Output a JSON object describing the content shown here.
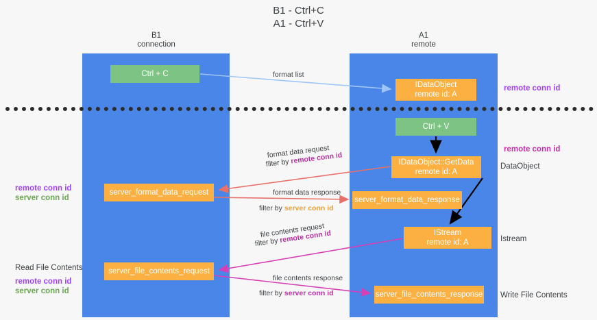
{
  "title": {
    "line1": "B1 - Ctrl+C",
    "line2": "A1 - Ctrl+V"
  },
  "columns": {
    "left": {
      "name": "B1",
      "role": "connection"
    },
    "right": {
      "name": "A1",
      "role": "remote"
    }
  },
  "nodes": {
    "ctrl_c": "Ctrl + C",
    "idataobject": {
      "line1": "IDataObject",
      "line2": "remote id: A"
    },
    "ctrl_v": "Ctrl + V",
    "getdata": {
      "line1": "IDataObject::GetData",
      "line2": "remote id: A"
    },
    "server_format_data_request": "server_format_data_request",
    "server_format_data_response": "server_format_data_response",
    "istream": {
      "line1": "IStream",
      "line2": "remote id: A"
    },
    "server_file_contents_request": "server_file_contents_request",
    "server_file_contents_response": "server_file_contents_response"
  },
  "side_labels": {
    "remote_conn_id_top": "remote conn id",
    "remote_conn_id_mid": "remote conn id",
    "dataobject": "DataObject",
    "istream": "Istream",
    "write_file_contents": "Write File Contents",
    "read_file_contents": "Read File Contents",
    "left_remote_conn_id_mid": "remote conn id",
    "left_server_conn_id_mid": "server conn id",
    "left_remote_conn_id_bot": "remote conn id",
    "left_server_conn_id_bot": "server conn id"
  },
  "edge_labels": {
    "format_list": "format list",
    "format_data_request": "format data request",
    "filter_by": "filter by",
    "filter_remote_conn_id_a": "remote conn id",
    "format_data_response": "format data response",
    "filter_server_conn_id_a": "server conn id",
    "file_contents_request": "file contents request",
    "filter_remote_conn_id_b": "remote conn id",
    "file_contents_response": "file contents response",
    "filter_server_conn_id_b": "server conn id"
  },
  "colors": {
    "lane": "#4a86e8",
    "green_node": "#7dc383",
    "orange_node": "#fbb041",
    "purple": "#a142f4",
    "pink": "#c230a8",
    "green_text": "#6aa84f",
    "amber_text": "#e8a33d",
    "arrow_blue": "#9fc5f8",
    "arrow_red": "#e8706a",
    "arrow_magenta": "#d63fb5",
    "arrow_black": "#000000"
  }
}
